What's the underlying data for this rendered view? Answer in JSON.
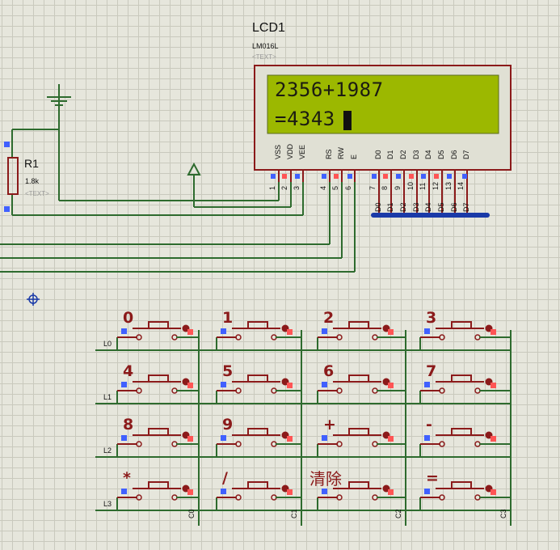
{
  "lcd": {
    "ref": "LCD1",
    "model": "LM016L",
    "text_tag": "<TEXT>",
    "line1": "2356+1987",
    "line2": "=4343",
    "pins": [
      "VSS",
      "VDD",
      "VEE",
      "RS",
      "RW",
      "E",
      "D0",
      "D1",
      "D2",
      "D3",
      "D4",
      "D5",
      "D6",
      "D7"
    ],
    "pin_numbers": [
      "1",
      "2",
      "3",
      "4",
      "5",
      "6",
      "7",
      "8",
      "9",
      "10",
      "11",
      "12",
      "13",
      "14"
    ],
    "bus_labels": [
      "D0",
      "D1",
      "D2",
      "D3",
      "D4",
      "D5",
      "D6",
      "D7"
    ]
  },
  "resistor": {
    "ref": "R1",
    "value": "1.8k",
    "text_tag": "<TEXT>"
  },
  "keypad": {
    "rows": [
      "L0",
      "L1",
      "L2",
      "L3"
    ],
    "cols": [
      "C0",
      "C1",
      "C2",
      "C3"
    ],
    "keys": [
      [
        "0",
        "1",
        "2",
        "3"
      ],
      [
        "4",
        "5",
        "6",
        "7"
      ],
      [
        "8",
        "9",
        "+",
        "-"
      ],
      [
        "*",
        "/",
        "清除",
        "="
      ]
    ]
  },
  "colors": {
    "wire": "#2e6b2e",
    "lcd_screen": "#9cb800",
    "component": "#8b1a1a",
    "bus": "#1a3aa8",
    "grid": "#c9c9bd",
    "background": "#e6e6dc"
  }
}
